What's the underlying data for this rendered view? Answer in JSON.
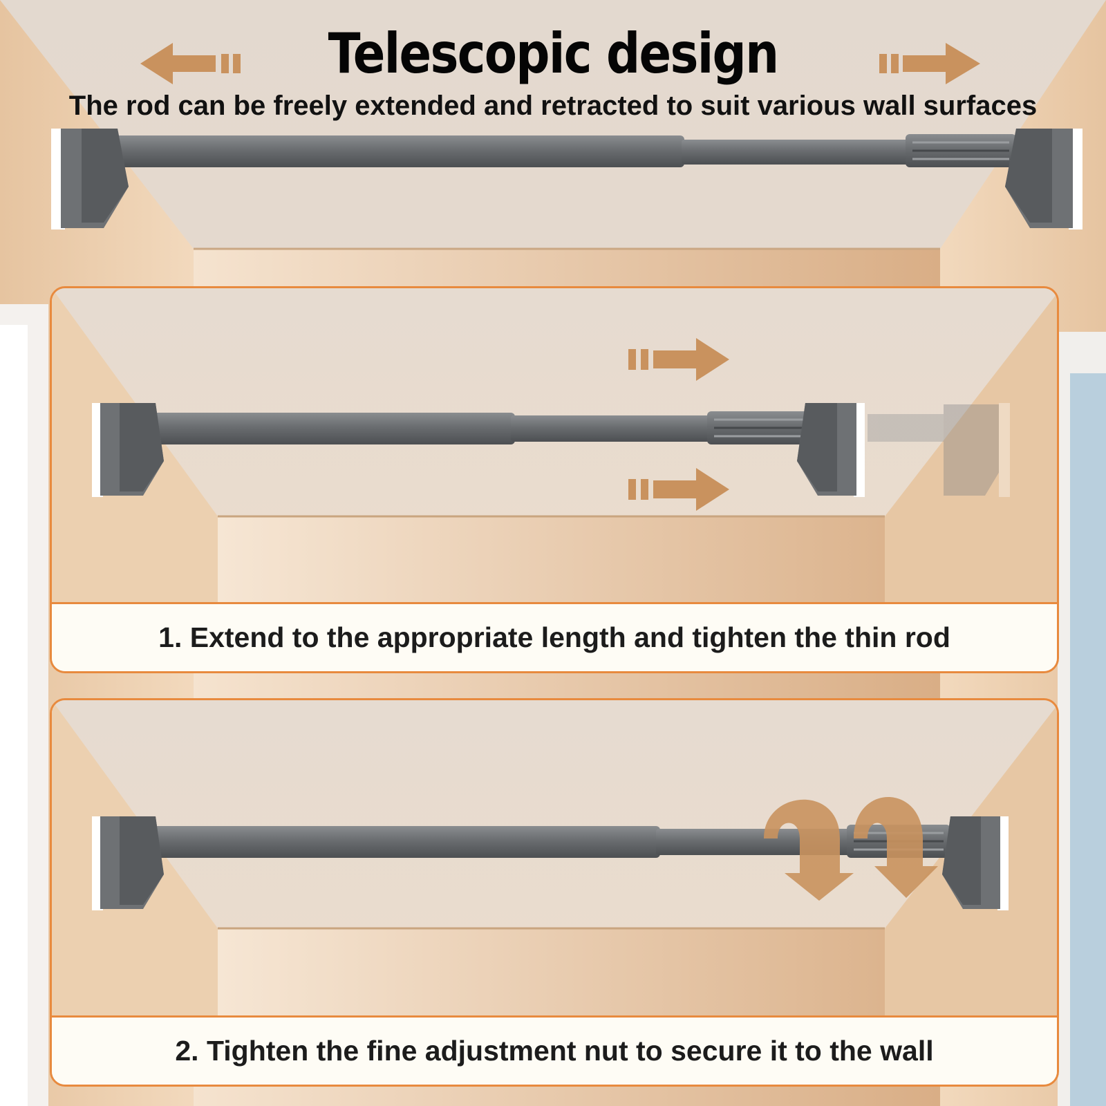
{
  "header": {
    "title": "Telescopic design",
    "subtitle": "The rod can be freely extended and retracted to suit various wall surfaces"
  },
  "steps": [
    {
      "caption": "1. Extend to the appropriate length and tighten the thin rod"
    },
    {
      "caption": "2. Tighten the fine adjustment nut to secure it to the wall"
    }
  ],
  "colors": {
    "arrow": "#c9925e",
    "rod": "#6a6e72",
    "bracket": "#6e7174",
    "panel_border": "#e88a3e",
    "caption_bg": "#fefcf5",
    "wall": "#efd3b4"
  },
  "icons": [
    "arrow-left-icon",
    "arrow-right-icon",
    "rotate-arrow-icon"
  ]
}
